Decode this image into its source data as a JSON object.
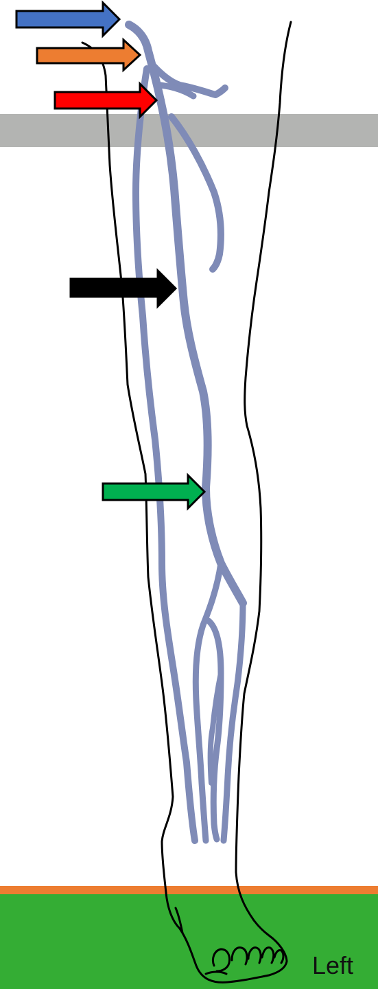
{
  "diagram": {
    "side_label": "Left",
    "colors": {
      "background": "#ffffff",
      "gray_band": "#b3b4b2",
      "floor_line": "#ed7d31",
      "floor": "#34ad34",
      "vein": "#7f8bb7",
      "outline": "#000000"
    },
    "arrows": [
      {
        "name": "blue-arrow",
        "color": "#4472c4"
      },
      {
        "name": "orange-arrow",
        "color": "#ed7d31"
      },
      {
        "name": "red-arrow",
        "color": "#ff0000"
      },
      {
        "name": "black-arrow",
        "color": "#000000"
      },
      {
        "name": "green-arrow",
        "color": "#00b050"
      }
    ]
  }
}
